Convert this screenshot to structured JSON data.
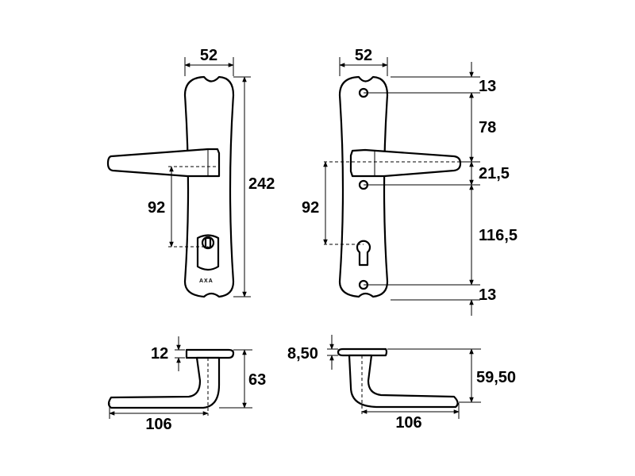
{
  "front_view": {
    "width_label": "52",
    "height_label": "242",
    "lever_spacing_label": "92",
    "brand_text": "AXA"
  },
  "side_view": {
    "width_label": "52",
    "top_hole_label": "13",
    "upper_segment_label": "78",
    "middle_segment_label": "21,5",
    "lower_segment_label": "116,5",
    "bottom_hole_label": "13",
    "lever_spacing_label": "92"
  },
  "handle_left": {
    "rose_label": "12",
    "height_label": "63",
    "length_label": "106"
  },
  "handle_right": {
    "rose_label": "8,50",
    "height_label": "59,50",
    "length_label": "106"
  }
}
